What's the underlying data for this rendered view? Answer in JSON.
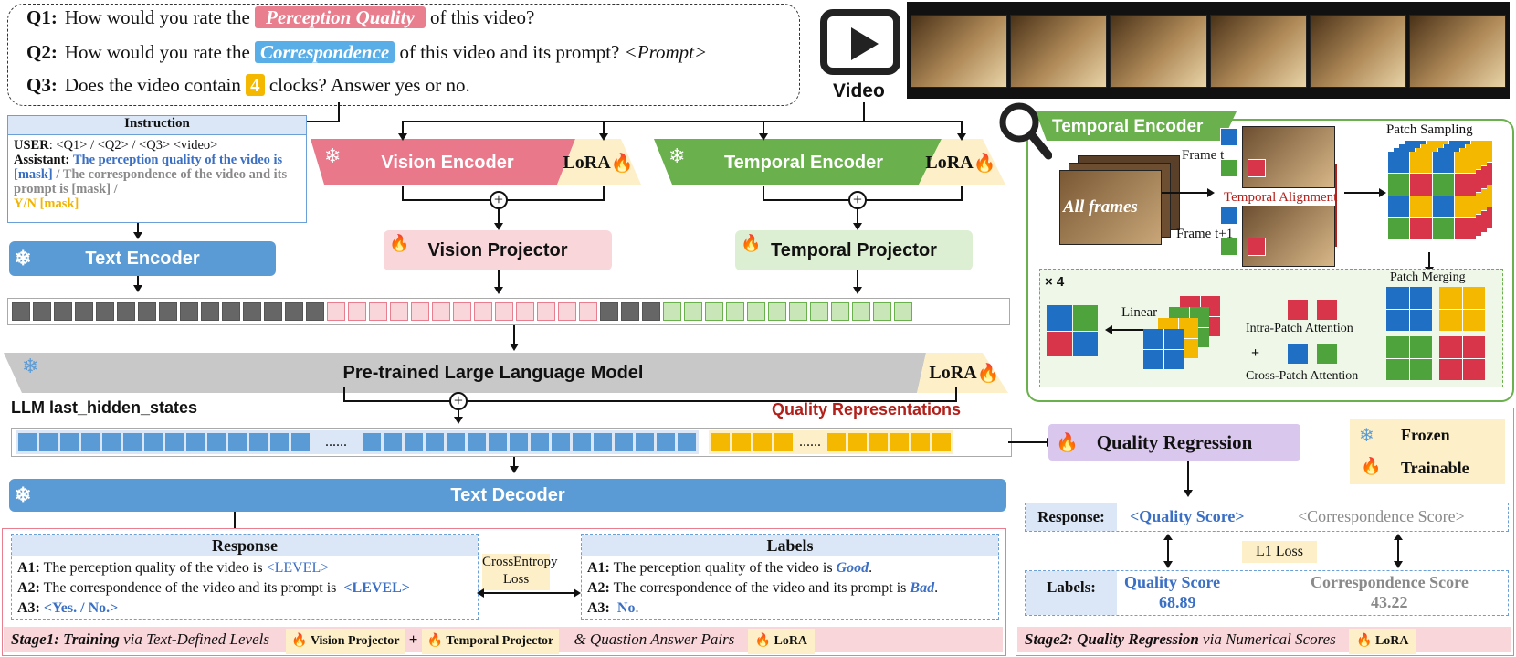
{
  "questions": {
    "q1": {
      "label": "Q1:",
      "pre": "How would you rate the",
      "tag": "Perception Quality",
      "post": "of this video?"
    },
    "q2": {
      "label": "Q2:",
      "pre": "How would you rate the",
      "tag": "Correspondence",
      "post": "of this video and its prompt?",
      "prompt": "<Prompt>"
    },
    "q3": {
      "label": "Q3:",
      "pre": "Does the video contain",
      "tag": "4",
      "post": "clocks?  Answer yes or no."
    }
  },
  "video_label": "Video",
  "instruction": {
    "title": "Instruction",
    "user_label": "USER",
    "user_text": ": <Q1> / <Q2> / <Q3> <video>",
    "assistant_label": "Assistant:",
    "assistant_blue": "The perception quality of the video is [mask]",
    "assistant_gray": " / The correspondence of the video and its prompt is [mask]  /",
    "assistant_gold": "Y/N [mask]"
  },
  "modules": {
    "vision_encoder": "Vision Encoder",
    "temporal_encoder": "Temporal Encoder",
    "lora": "LoRA",
    "text_encoder": "Text Encoder",
    "vision_projector": "Vision Projector",
    "temporal_projector": "Temporal Projector",
    "llm": "Pre-trained Large Language  Model",
    "hidden_states": "LLM last_hidden_states",
    "quality_repr": "Quality Representations",
    "dots": "......",
    "text_decoder": "Text  Decoder",
    "quality_regression": "Quality Regression"
  },
  "temporal_panel": {
    "title": "Temporal  Encoder",
    "all_frames": "All frames",
    "frame_t": "Frame t",
    "frame_t1": "Frame t+1",
    "temporal_alignment": "Temporal Alignment",
    "patch_sampling": "Patch Sampling",
    "patch_merging": "Patch Merging",
    "times4": "× 4",
    "linear": "Linear",
    "intra": "Intra-Patch Attention",
    "plus": "+",
    "cross": "Cross-Patch Attention"
  },
  "legend": {
    "frozen": "Frozen",
    "trainable": "Trainable"
  },
  "stage1": {
    "response_title": "Response",
    "labels_title": "Labels",
    "a1_label": "A1:",
    "a1_text": "The perception quality of the video is",
    "a1_resp": "<LEVEL>",
    "a1_gt": "Good",
    "a2_label": "A2:",
    "a2_text": "The correspondence of the video and its prompt is",
    "a2_resp": "<LEVEL>",
    "a2_gt": "Bad",
    "a3_label": "A3:",
    "a3_resp": "<Yes. / No.>",
    "a3_gt": "No",
    "loss": "CrossEntropy Loss",
    "footer_title": "Stage1: Training",
    "footer_via": "via Text-Defined Levels",
    "footer_vp": "Vision Projector",
    "footer_plus": "+",
    "footer_tp": "Temporal Projector",
    "footer_qa": "& Quastion Answer Pairs",
    "footer_lora": "LoRA"
  },
  "stage2": {
    "response_label": "Response:",
    "quality_score_resp": "<Quality Score>",
    "corr_score_resp": "<Correspondence Score>",
    "loss": "L1 Loss",
    "labels_label": "Labels:",
    "quality_score": "Quality Score",
    "quality_value": "68.89",
    "corr_score": "Correspondence Score",
    "corr_value": "43.22",
    "footer_title": "Stage2: Quality Regression",
    "footer_via": "via Numerical Scores",
    "footer_lora": "LoRA"
  },
  "colors": {
    "vision": "#e8788a",
    "temporal": "#6ab04c",
    "text": "#5b9bd5",
    "llm": "#c8c8c8",
    "lora": "#fdf0c8",
    "quality": "#f5b800",
    "token_gray": "#666666",
    "token_pink": "#f9d6da",
    "token_green": "#c9e6b8",
    "token_blue": "#5b9bd5"
  }
}
